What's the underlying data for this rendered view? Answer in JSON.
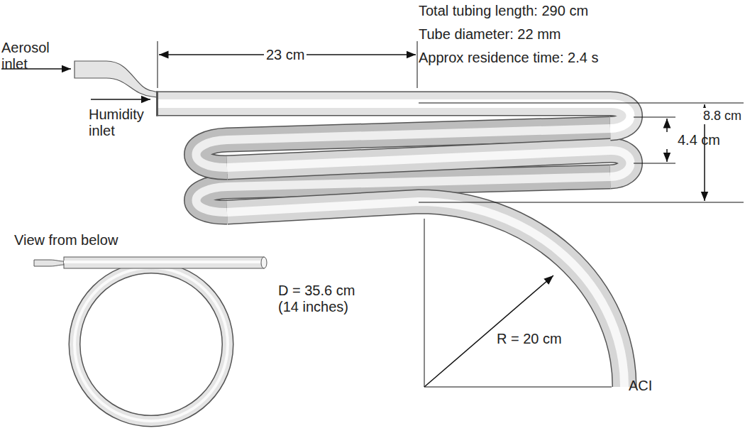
{
  "diagram": {
    "labels": [
      "Total tubing length: 290 cm",
      "Tube diameter: 22 mm",
      "Approx residence time: 2.4 s",
      "Aerosol inlet",
      "Humidity inlet",
      "23 cm",
      "4.4 cm",
      "8.8 cm",
      "View from below",
      "D = 35.6 cm (14 inches)",
      "R = 20 cm",
      "ACI"
    ]
  }
}
